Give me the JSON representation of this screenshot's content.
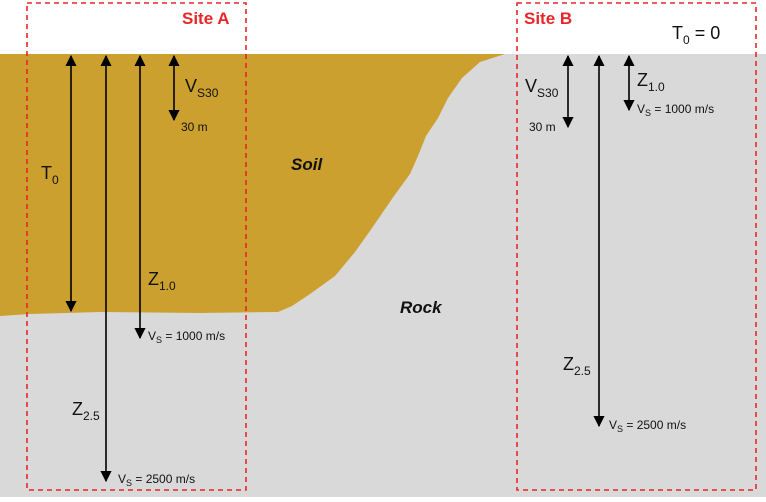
{
  "colors": {
    "soil": "#cca02e",
    "rock": "#d9d9d9",
    "site_outline": "#e8262a",
    "arrow": "#000000"
  },
  "sites": {
    "a": {
      "title": "Site A"
    },
    "b": {
      "title": "Site B"
    }
  },
  "materials": {
    "soil": "Soil",
    "rock": "Rock"
  },
  "site_a": {
    "t0": {
      "main": "T",
      "sub": "0"
    },
    "vs30": {
      "main": "V",
      "sub": "S30",
      "depth": "30 m"
    },
    "z10": {
      "main": "Z",
      "sub": "1.0",
      "vs_main": "V",
      "vs_sub": "S",
      "vs_rest": " = 1000 m/s"
    },
    "z25": {
      "main": "Z",
      "sub": "2.5",
      "vs_main": "V",
      "vs_sub": "S",
      "vs_rest": " = 2500 m/s"
    }
  },
  "site_b": {
    "t0_eq": {
      "main": "T",
      "sub": "0",
      "rest": " = 0"
    },
    "vs30": {
      "main": "V",
      "sub": "S30",
      "depth": "30 m"
    },
    "z10": {
      "main": "Z",
      "sub": "1.0",
      "vs_main": "V",
      "vs_sub": "S",
      "vs_rest": " = 1000 m/s"
    },
    "z25": {
      "main": "Z",
      "sub": "2.5",
      "vs_main": "V",
      "vs_sub": "S",
      "vs_rest": " = 2500 m/s"
    }
  }
}
